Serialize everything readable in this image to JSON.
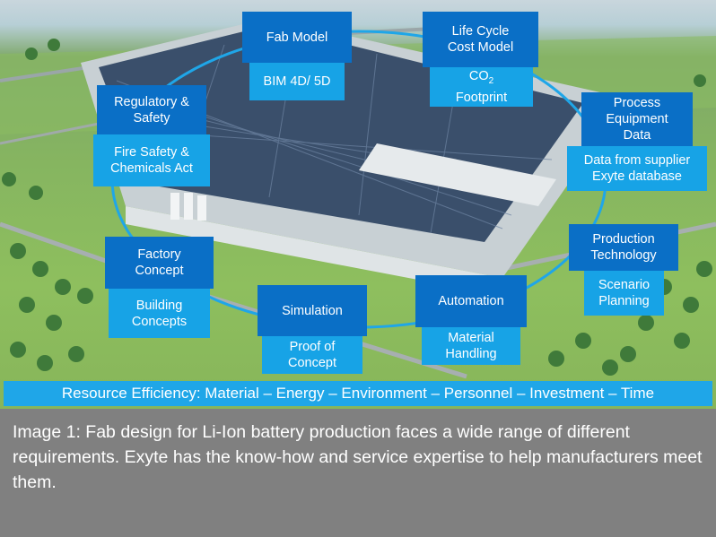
{
  "nodes": {
    "fab_model": {
      "title": "Fab Model",
      "detail": "BIM 4D/ 5D"
    },
    "life_cycle": {
      "title_line1": "Life Cycle",
      "title_line2": "Cost Model",
      "detail_line1_base": "CO",
      "detail_line1_sub": "2",
      "detail_line2": "Footprint"
    },
    "regulatory": {
      "title_line1": "Regulatory &",
      "title_line2": "Safety",
      "detail_line1": "Fire Safety &",
      "detail_line2": "Chemicals Act"
    },
    "process_equipment": {
      "title_line1": "Process",
      "title_line2": "Equipment",
      "title_line3": "Data",
      "detail_line1": "Data from supplier",
      "detail_line2": "Exyte database"
    },
    "production_technology": {
      "title_line1": "Production",
      "title_line2": "Technology",
      "detail_line1": "Scenario",
      "detail_line2": "Planning"
    },
    "factory_concept": {
      "title_line1": "Factory",
      "title_line2": "Concept",
      "detail_line1": "Building",
      "detail_line2": "Concepts"
    },
    "simulation": {
      "title": "Simulation",
      "detail_line1": "Proof of",
      "detail_line2": "Concept"
    },
    "automation": {
      "title": "Automation",
      "detail_line1": "Material",
      "detail_line2": "Handling"
    }
  },
  "banner": "Resource Efficiency: Material – Energy – Environment – Personnel – Investment – Time",
  "caption": "Image 1: Fab design for Li-Ion battery production faces a wide range of different requirements. Exyte has the know-how and service expertise to help manufacturers meet them.",
  "colors": {
    "dark_box": "#0a6fc6",
    "light_box": "#17a3e6",
    "banner": "#1fa6e8",
    "ring": "#1fa6e8"
  }
}
